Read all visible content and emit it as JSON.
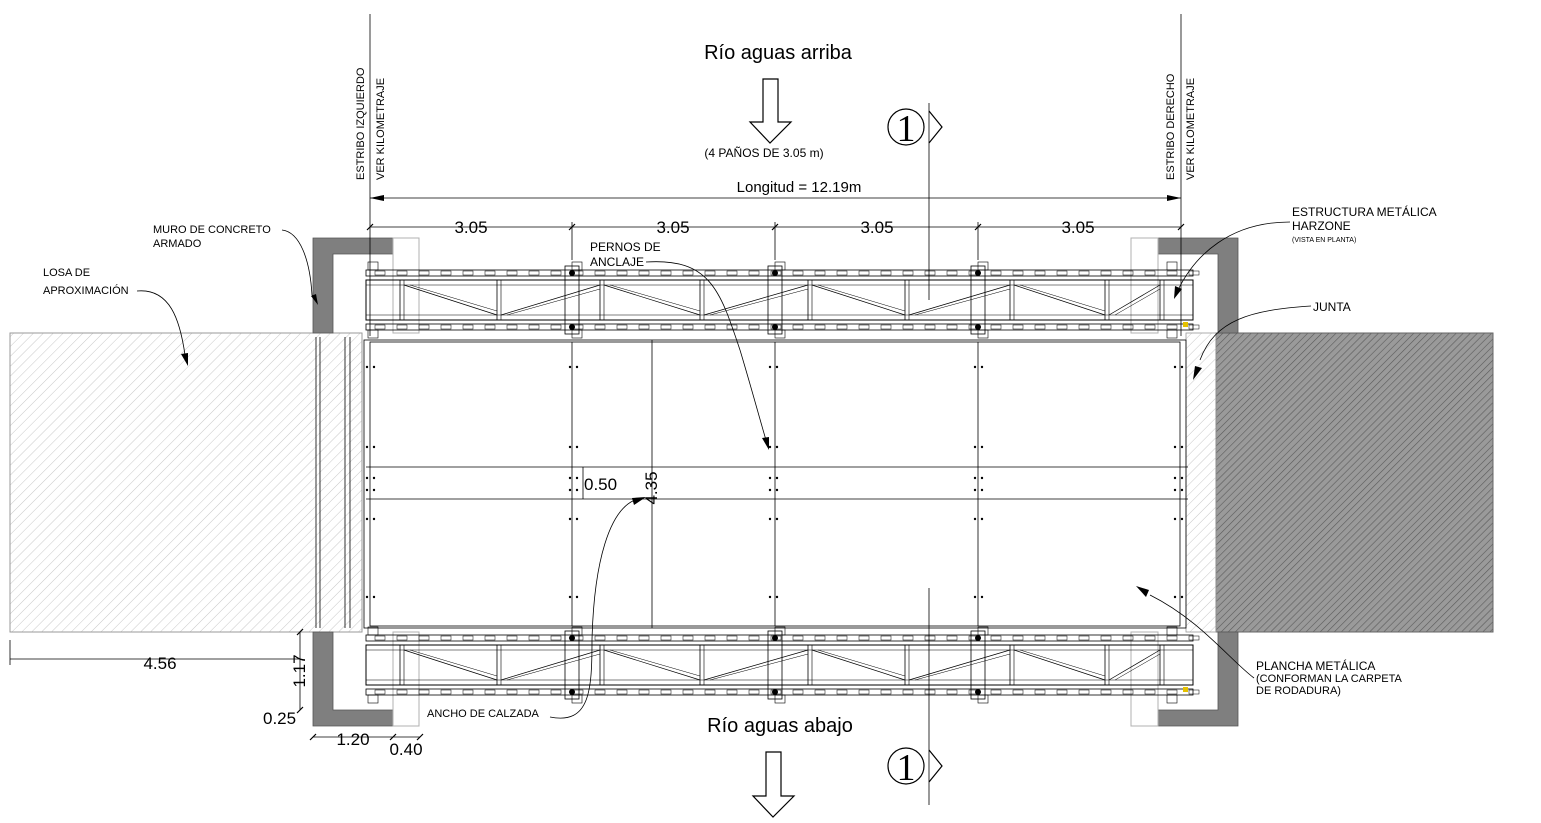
{
  "titles": {
    "upstream": "Río aguas arriba",
    "downstream": "Río aguas abajo"
  },
  "spans_note": "(4 PAÑOS DE 3.05 m)",
  "length_label": "Longitud  = 12.19m",
  "section_marker": "1",
  "abutments": {
    "left_line1": "ESTRIBO IZQUIERDO",
    "left_line2": "VER KILOMETRAJE",
    "right_line1": "ESTRIBO DERECHO",
    "right_line2": "VER KILOMETRAJE"
  },
  "callouts": {
    "muro_line1": "MURO DE CONCRETO",
    "muro_line2": "ARMADO",
    "losa_line1": "LOSA DE",
    "losa_line2": "APROXIMACIÓN",
    "pernos_line1": "PERNOS DE",
    "pernos_line2": "ANCLAJE",
    "estructura_line1": "ESTRUCTURA METÁLICA",
    "estructura_line2": "HARZONE",
    "estructura_line3": "(VISTA EN PLANTA)",
    "junta": "JUNTA",
    "plancha_line1": "PLANCHA METÁLICA",
    "plancha_line2": "(CONFORMAN LA CARPETA",
    "plancha_line3": "DE RODADURA)",
    "ancho": "ANCHO DE CALZADA"
  },
  "dimensions": {
    "spans": [
      "3.05",
      "3.05",
      "3.05",
      "3.05"
    ],
    "width": "4.35",
    "strip": "0.50",
    "approach": "4.56",
    "wall_height": "1.17",
    "wall_thickness": "0.25",
    "base": "1.20",
    "gap": "0.40"
  }
}
